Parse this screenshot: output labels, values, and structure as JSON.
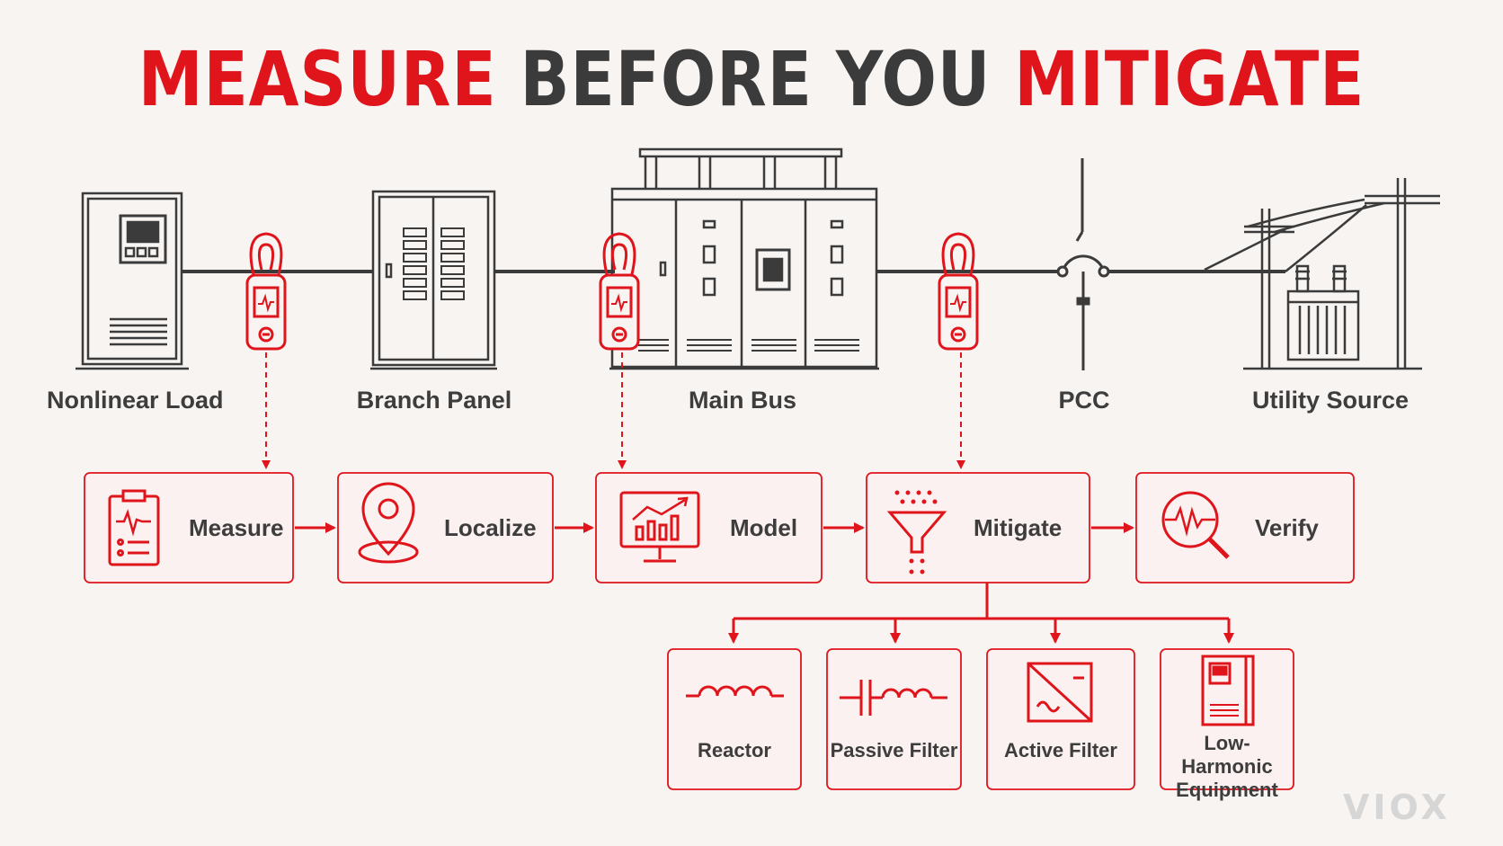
{
  "title": {
    "part1": "MEASURE",
    "part2": "BEFORE YOU",
    "part3": "MITIGATE"
  },
  "system": {
    "nonlinear_load": "Nonlinear Load",
    "branch_panel": "Branch Panel",
    "main_bus": "Main Bus",
    "pcc": "PCC",
    "utility_source": "Utility Source"
  },
  "steps": [
    "Measure",
    "Localize",
    "Model",
    "Mitigate",
    "Verify"
  ],
  "options": {
    "reactor": "Reactor",
    "passive_filter": "Passive Filter",
    "active_filter": "Active Filter",
    "low_harmonic_line1": "Low-Harmonic",
    "low_harmonic_line2": "Equipment"
  },
  "watermark": "VIOX",
  "colors": {
    "accent": "#e0151c",
    "dark": "#3b3b3b",
    "background": "#f7f4f2"
  }
}
